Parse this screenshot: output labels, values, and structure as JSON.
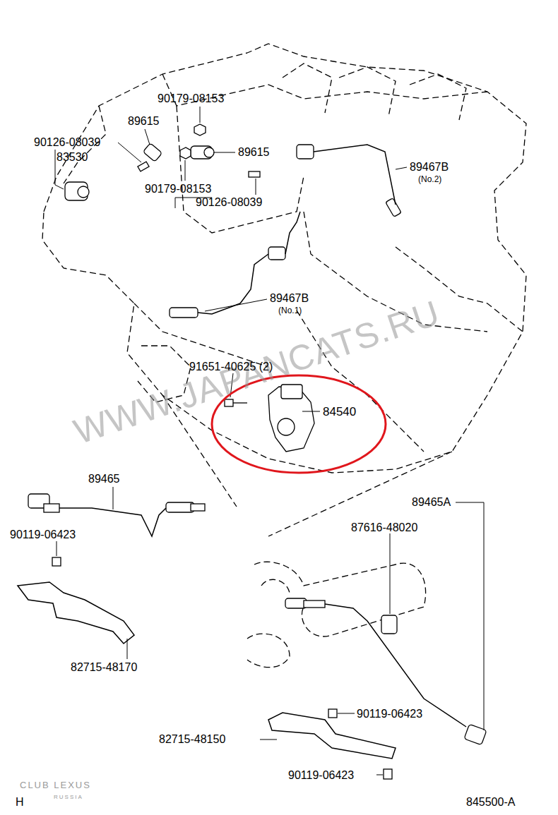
{
  "diagram": {
    "nodes": [
      {
        "text": [
          "84540"
        ]
      }
    ],
    "labels": [
      "90179-08153",
      "89615",
      "90126-08039",
      "83530",
      "89615",
      "90179-08153",
      "90126-08039",
      "89467B",
      "(No.2)",
      "89467B",
      "(No.1)",
      "WWW.JAPANCATS.RU",
      "91651-40625 (2)",
      "89465",
      "90119-06423",
      "82715-48170",
      "89465A",
      "87616-48020",
      "90119-06423",
      "82715-48150",
      "90119-06423",
      "CLUB LEXUS",
      "RUSSIA",
      "H",
      "845500-A"
    ]
  }
}
